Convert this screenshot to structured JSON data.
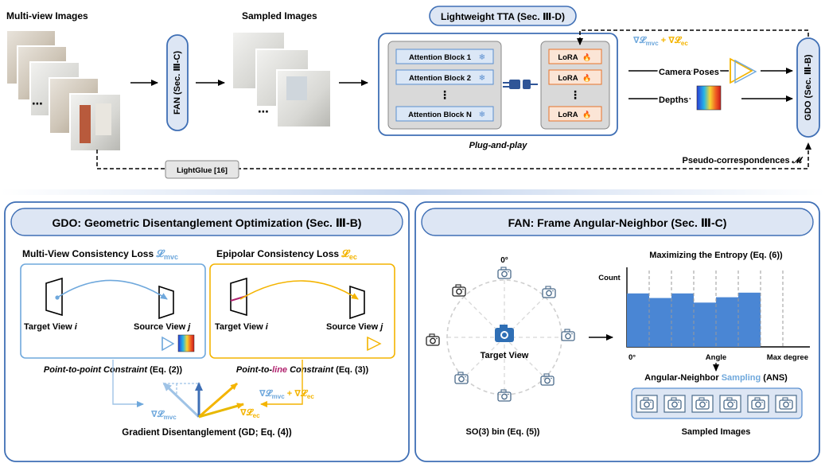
{
  "top": {
    "multiview_label": "Multi-view Images",
    "sampled_label": "Sampled Images",
    "dots": "⋯",
    "fan_box": "FAN (Sec. Ⅲ-C)",
    "tta_title": "Lightweight TTA (Sec. Ⅲ-D)",
    "attention_blocks": [
      "Attention Block 1",
      "Attention Block 2",
      "Attention Block N"
    ],
    "vdots": "⋮",
    "lora": [
      "LoRA",
      "LoRA",
      "LoRA"
    ],
    "plug_label": "Plug-and-play",
    "grad_label_left": "∇𝓛",
    "grad_sub_mvc": "mvc",
    "grad_plus": " + ∇𝓛",
    "grad_sub_ec": "ec",
    "camera_poses": "Camera Poses",
    "depths": "Depths",
    "gdo_box": "GDO (Sec. Ⅲ-B)",
    "lightglue": "LightGlue [16]",
    "pseudo": "Pseudo-correspondences 𝓜"
  },
  "gdo": {
    "title": "GDO: Geometric Disentanglement Optimization (Sec. Ⅲ-B)",
    "mvc_title": "Multi-View Consistency Loss ",
    "mvc_sym": "𝓛",
    "mvc_sub": "mvc",
    "ec_title": "Epipolar Consistency Loss ",
    "ec_sym": "𝓛",
    "ec_sub": "ec",
    "target_view": "Target View ",
    "target_var": "i",
    "source_view": "Source View ",
    "source_var": "j",
    "p2p": "Point-to-point Constraint",
    "p2p_eq": " (Eq. (2))",
    "p2l_a": "Point-to-",
    "p2l_b": "line",
    "p2l_c": " Constraint",
    "p2l_eq": " (Eq. (3))",
    "grad_mvc": "∇𝓛",
    "grad_mvc_sub": "mvc",
    "grad_ec": "∇𝓛",
    "grad_ec_sub": "ec",
    "grad_sum_a": "∇𝓛",
    "grad_sum_sub1": "mvc",
    "grad_sum_b": " + ∇𝓛",
    "grad_sum_sub2": "ec",
    "gd_label": "Gradient Disentanglement (GD; Eq. (4))"
  },
  "fan": {
    "title": "FAN: Frame Angular-Neighbor (Sec. Ⅲ-C)",
    "zero_deg": "0°",
    "target_view": "Target View",
    "so3": "SO(3) bin (Eq. (5))",
    "entropy_title": "Maximizing the Entropy (Eq. (6))",
    "sampled_images": "Sampled Images"
  },
  "chart_data": {
    "type": "bar",
    "title": "",
    "ylabel": "Count",
    "xlabel": "Angle",
    "x_tick_start": "0°",
    "x_tick_end": "Max degree",
    "values": [
      0.7,
      0.64,
      0.7,
      0.58,
      0.65,
      0.71,
      0,
      0
    ],
    "ylim": [
      0,
      1
    ],
    "color": "#4a86d4",
    "ans_a": "Angular-Neighbor ",
    "ans_b": "Sampling",
    "ans_c": " (ANS)"
  },
  "colors": {
    "blue_border": "#3f6fb5",
    "light_blue": "#6fa8dc",
    "orange": "#f4b400",
    "lora_orange": "#e8732a",
    "panel_bg": "#dde6f4"
  }
}
